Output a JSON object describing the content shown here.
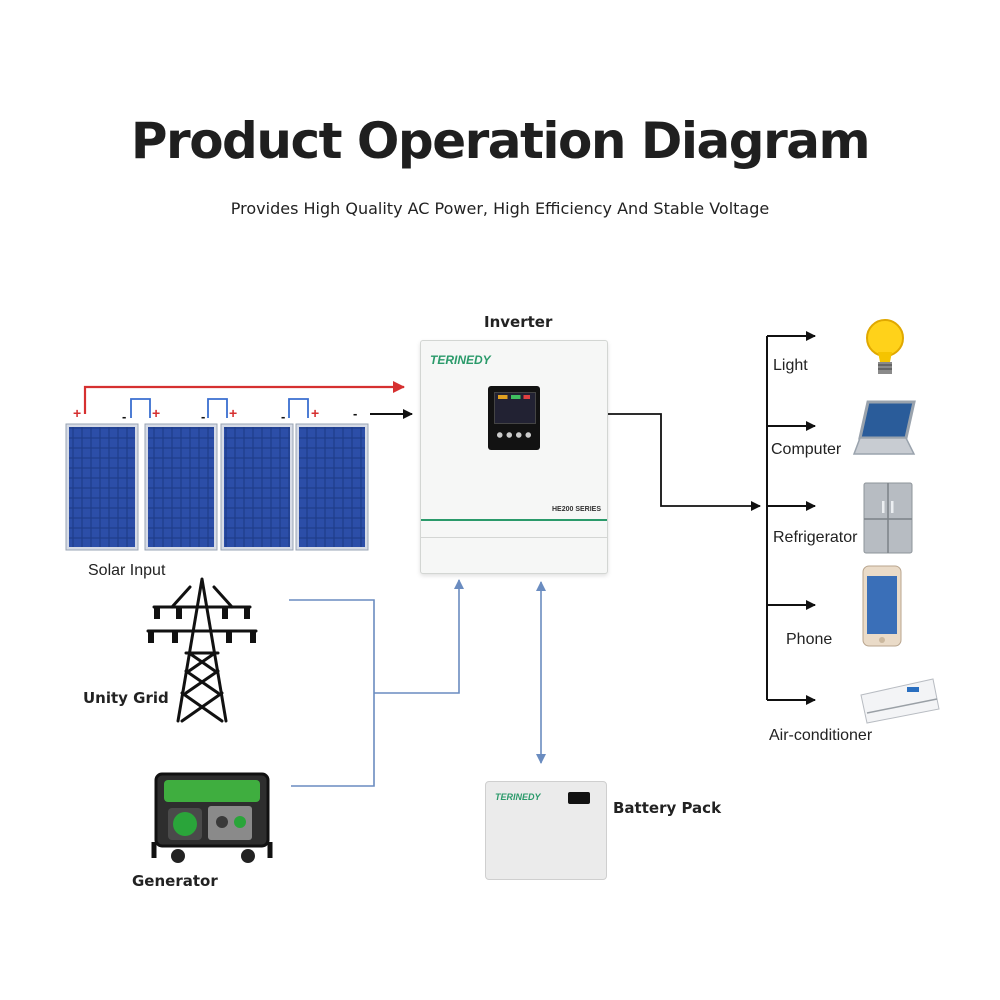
{
  "title": "Product Operation Diagram",
  "subtitle": "Provides High Quality AC Power, High Efficiency And Stable Voltage",
  "inverter": {
    "label": "Inverter",
    "brand": "Terinedy",
    "series": "HE200 SERIES"
  },
  "battery": {
    "label": "Battery Pack",
    "brand": "Terinedy"
  },
  "inputs": {
    "solar": "Solar Input",
    "grid": "Unity Grid",
    "generator": "Generator"
  },
  "loads": [
    "Light",
    "Computer",
    "Refrigerator",
    "Phone",
    "Air-conditioner"
  ],
  "polarity": {
    "plus": "+",
    "minus": "-"
  },
  "colors": {
    "dc_positive": "#d63030",
    "ac_line": "#6a8cc0",
    "output_line": "#111111",
    "brand_green": "#2a9a6a"
  },
  "icons": [
    "solar-panel-icon",
    "power-tower-icon",
    "generator-icon",
    "light-bulb-icon",
    "laptop-icon",
    "refrigerator-icon",
    "smartphone-icon",
    "air-conditioner-icon"
  ]
}
